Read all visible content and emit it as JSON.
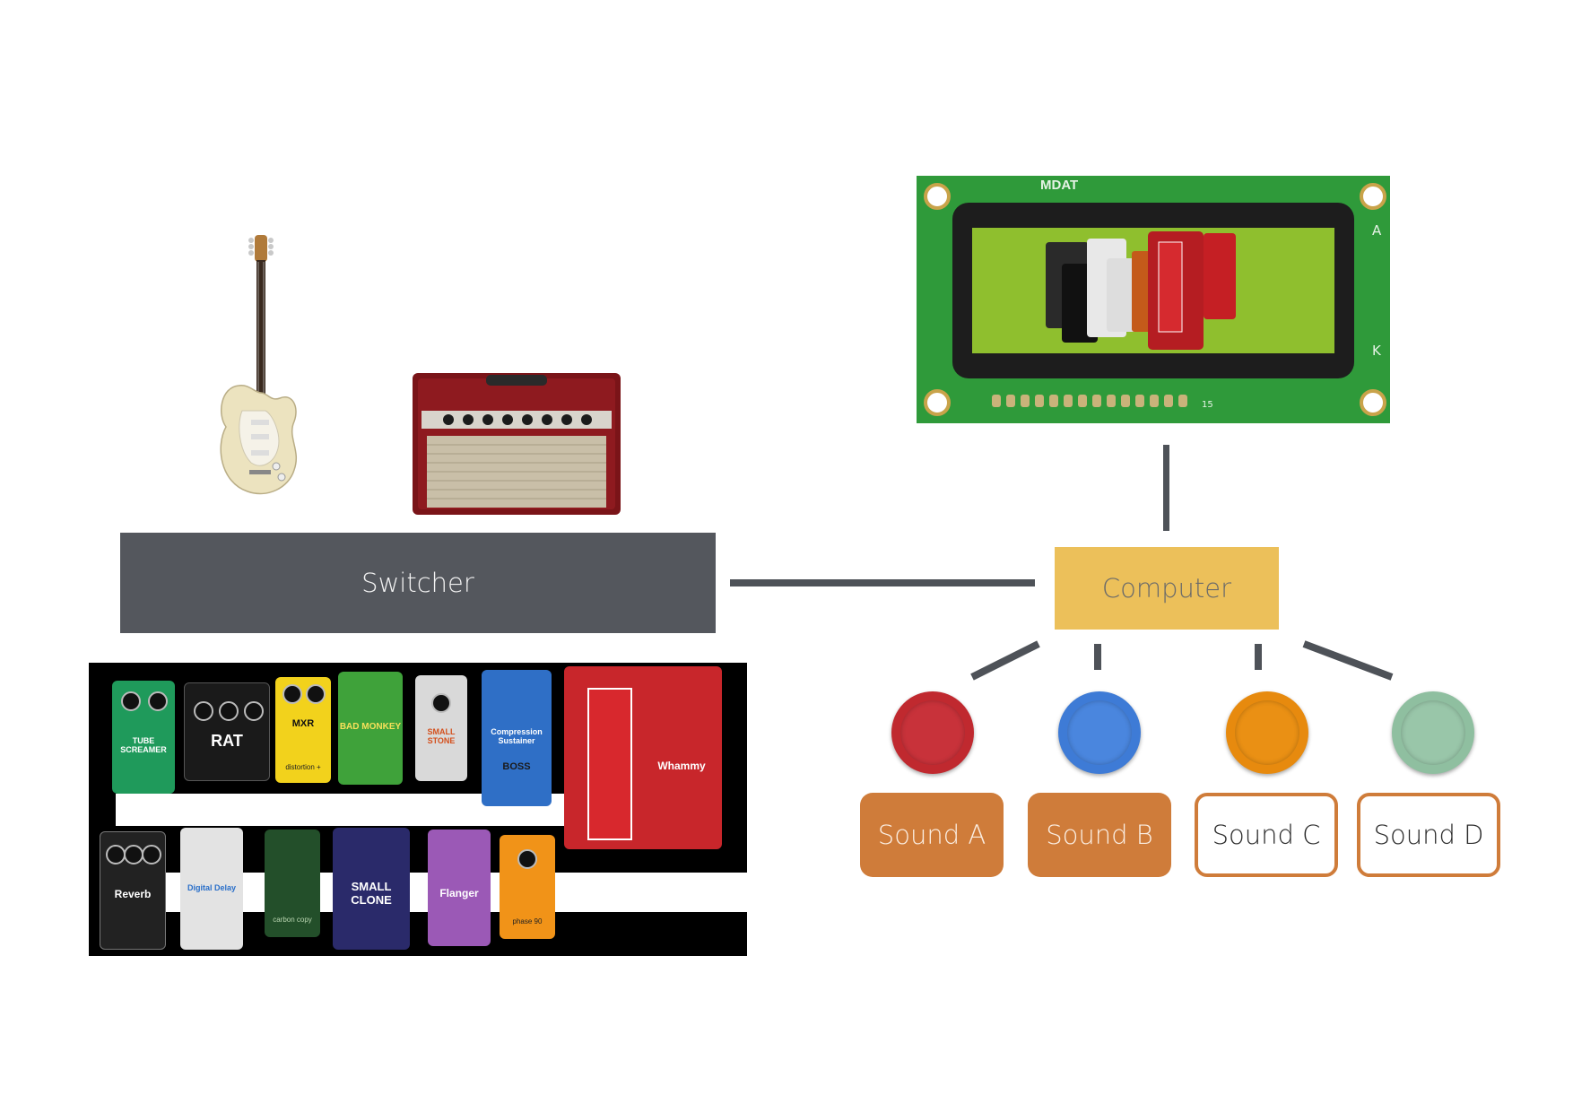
{
  "nodes": {
    "switcher": "Switcher",
    "computer": "Computer"
  },
  "sounds": [
    {
      "label": "Sound A",
      "style": "filled",
      "button_color": "#c0292f"
    },
    {
      "label": "Sound B",
      "style": "filled",
      "button_color": "#3e7bd6"
    },
    {
      "label": "Sound C",
      "style": "outline",
      "button_color": "#e78a0e"
    },
    {
      "label": "Sound D",
      "style": "outline",
      "button_color": "#8fbfa0"
    }
  ],
  "pedals": {
    "tube_screamer": "TUBE SCREAMER",
    "rat": "RAT",
    "mxr_distortion": "MXR",
    "distortion_plus": "distortion +",
    "bad_monkey": "BAD MONKEY",
    "small_stone": "SMALL STONE",
    "compression": "Compression Sustainer",
    "whammy": "Whammy",
    "reverb": "Reverb",
    "digital_delay": "Digital Delay",
    "carbon_copy": "carbon copy",
    "small_clone": "SMALL CLONE",
    "flanger": "Flanger",
    "phase_90": "phase 90",
    "boss": "BOSS"
  },
  "lcd": {
    "brand": "MDAT",
    "pin_a": "A",
    "pin_k": "K",
    "pin_15": "15"
  },
  "colors": {
    "switcher": "#54575d",
    "computer": "#ecc05a",
    "sound_accent": "#cf7c3a",
    "connector": "#4e5258"
  }
}
